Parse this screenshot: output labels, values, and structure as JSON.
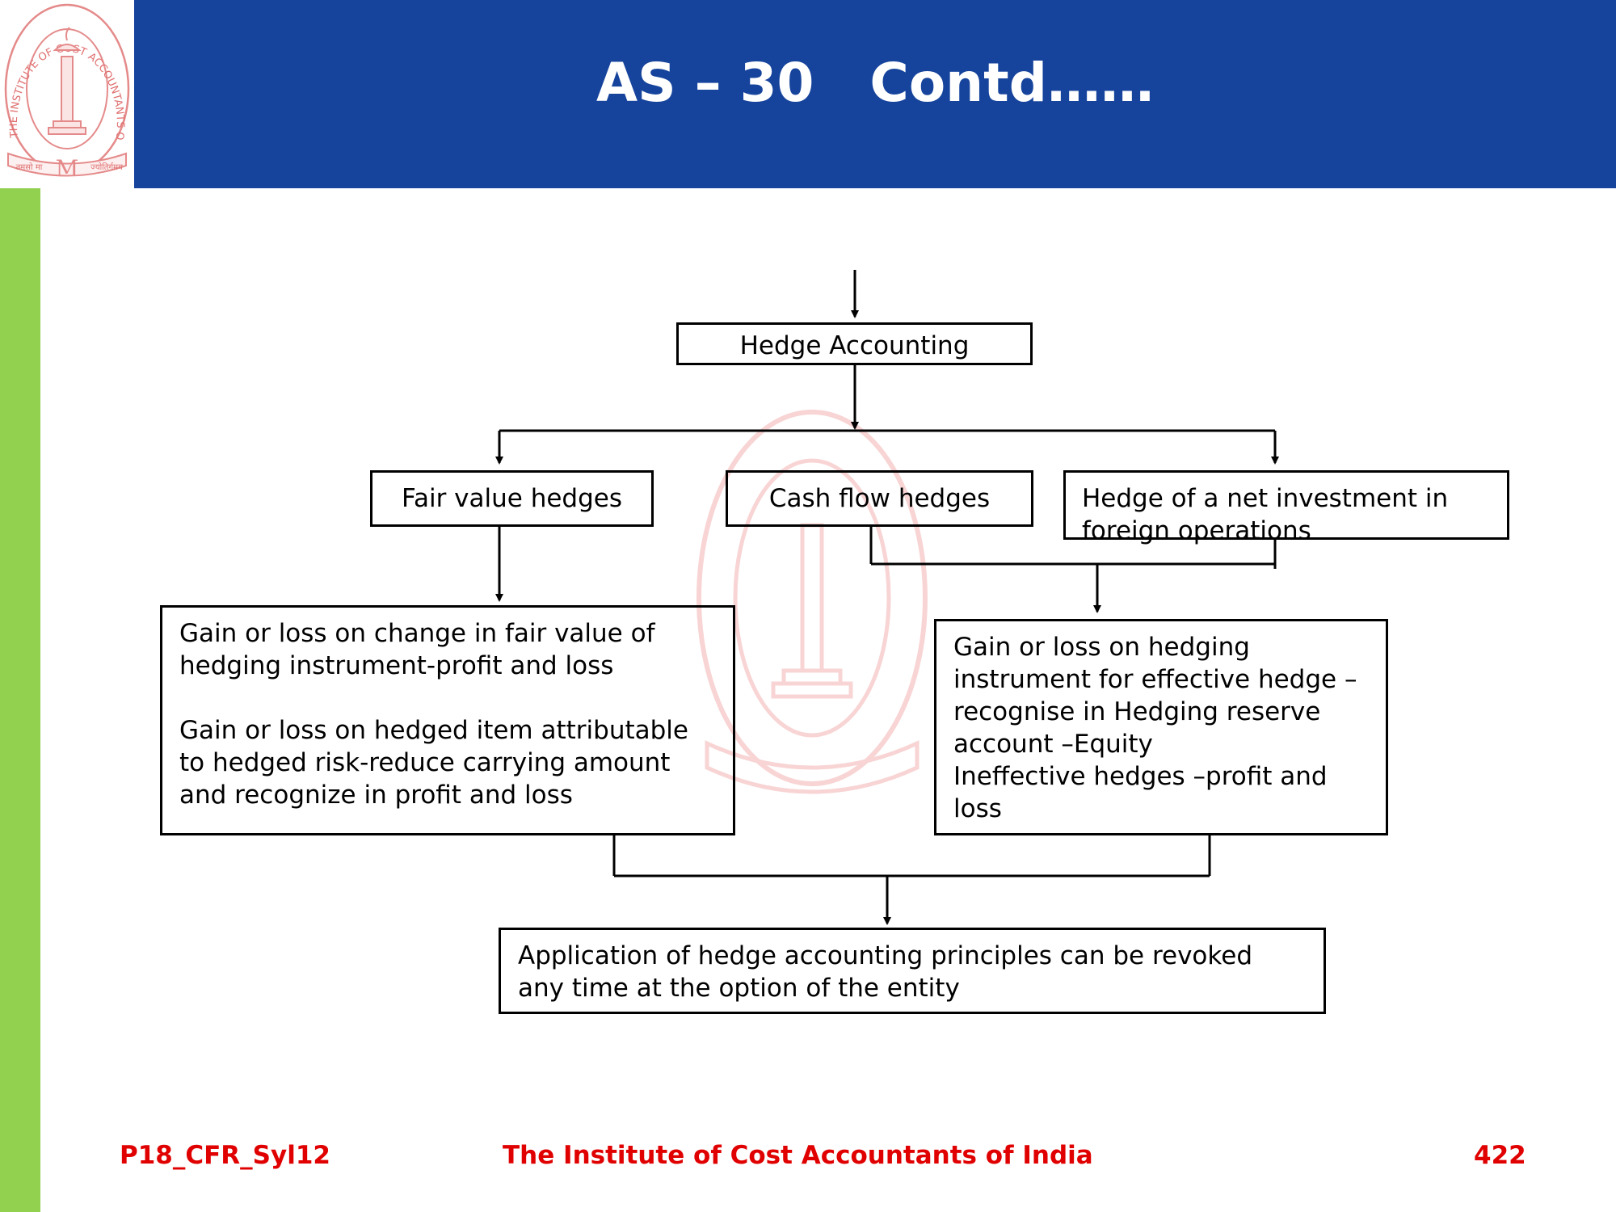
{
  "slide": {
    "title": "AS – 30   Contd……",
    "logo": {
      "ring_text": "THE INSTITUTE OF COST ACCOUNTANTS OF INDIA",
      "motto_left": "तमसो मा",
      "motto_right": "ज्योतिर्गमय",
      "monogram": "M"
    },
    "colors": {
      "header": "#16449c",
      "accent_bar": "#92d050",
      "footer_text": "#e00000"
    }
  },
  "flowchart": {
    "root": "Hedge Accounting",
    "fair_value": "Fair value hedges",
    "cash_flow": "Cash flow hedges",
    "net_investment": [
      "Hedge of a net investment in",
      "foreign operations"
    ],
    "fair_value_detail": [
      "Gain or loss on change in fair value of",
      "hedging instrument-profit and loss",
      "",
      "Gain or loss on hedged item attributable",
      "to hedged risk-reduce carrying amount",
      "and recognize in profit and loss"
    ],
    "cash_flow_detail": [
      "Gain or loss on hedging",
      "instrument for effective hedge –",
      "recognise in Hedging reserve",
      "account –Equity",
      "Ineffective hedges –profit and",
      "loss"
    ],
    "conclusion": [
      "Application of hedge accounting principles can be revoked",
      "any time at the option of the entity"
    ]
  },
  "footer": {
    "code": "P18_CFR_Syl12",
    "institute": "The Institute of Cost Accountants of India",
    "page": "422"
  }
}
